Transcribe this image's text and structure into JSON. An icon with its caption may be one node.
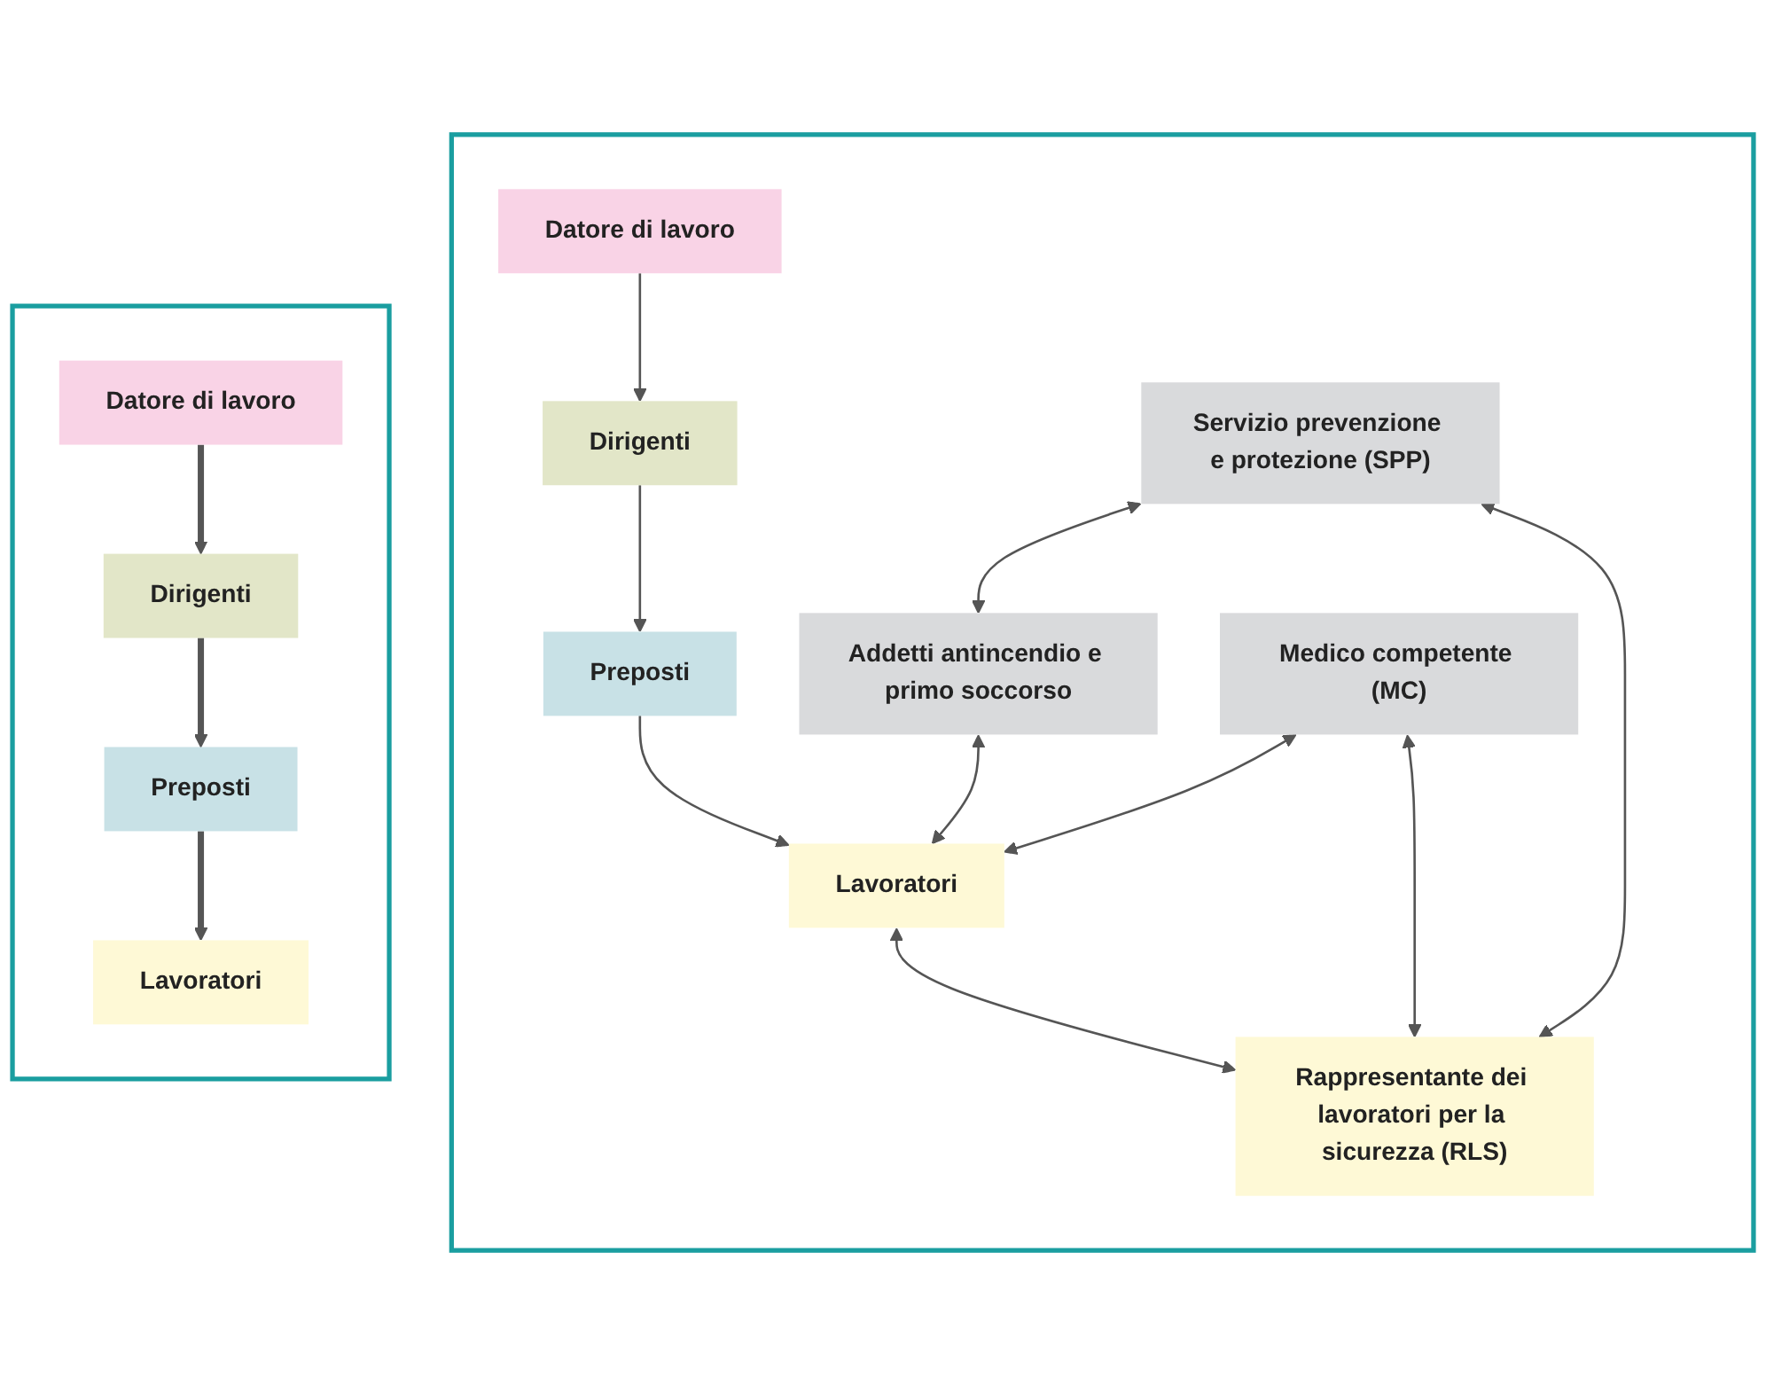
{
  "diagram": {
    "nodes": [
      {
        "text": [],
        "shape": "box"
      },
      {
        "text": [
          "Datore di lavoro"
        ],
        "in": 0
      },
      {
        "text": [
          "Servizio prevenzione e protezione (SPP)"
        ],
        "in": 0
      },
      {
        "text": [
          "Dirigenti"
        ],
        "in": 0
      },
      {
        "text": [
          "Medico competente (MC)"
        ],
        "in": 0
      },
      {
        "text": [
          "Addetti antincendio e primo soccorso"
        ],
        "in": 0
      },
      {
        "text": [
          "Preposti"
        ],
        "in": 0
      },
      {
        "text": [
          "Lavoratori"
        ],
        "in": 0
      },
      {
        "text": [
          "Rappresentante dei lavoratori per la sicurezza (RLS)"
        ],
        "in": 0
      },
      {
        "text": [],
        "shape": "box"
      },
      {
        "text": [
          "Datore di lavoro"
        ],
        "in": 9
      },
      {
        "text": [
          "Dirigenti"
        ],
        "in": 9
      },
      {
        "text": [
          "Preposti"
        ],
        "in": 9
      },
      {
        "text": [
          "Lavoratori"
        ],
        "in": 9
      }
    ],
    "edges": [
      {
        "from": 1,
        "to": 3,
        "arrow": "to"
      },
      {
        "from": 3,
        "to": 6,
        "arrow": "to"
      },
      {
        "from": 6,
        "to": 7,
        "arrow": "to"
      },
      {
        "from": 2,
        "to": 5,
        "arrow": "both"
      },
      {
        "from": 5,
        "to": 7,
        "arrow": "both"
      },
      {
        "from": 4,
        "to": 7,
        "arrow": "both"
      },
      {
        "from": 4,
        "to": 8,
        "arrow": "both"
      },
      {
        "from": 2,
        "to": 8,
        "arrow": "both"
      },
      {
        "from": 7,
        "to": 8,
        "arrow": "both"
      },
      {
        "from": 10,
        "to": 11,
        "arrow": "to",
        "style": "thick"
      },
      {
        "from": 11,
        "to": 12,
        "arrow": "to",
        "style": "thick"
      },
      {
        "from": 12,
        "to": 13,
        "arrow": "to",
        "style": "thick"
      }
    ]
  }
}
